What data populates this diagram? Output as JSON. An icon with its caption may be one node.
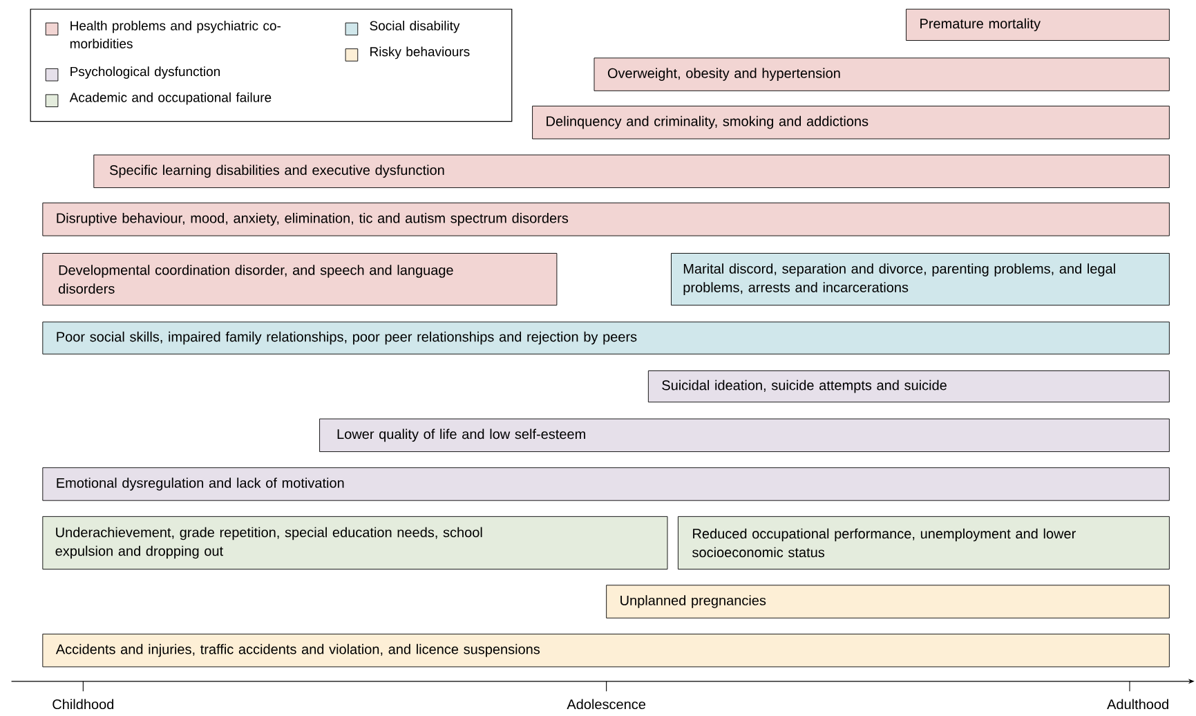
{
  "diagram": {
    "nodes": [
      {
        "text": [
          "Premature mortality"
        ]
      },
      {
        "text": [
          "Overweight, obesity and hypertension"
        ]
      },
      {
        "text": [
          "Delinquency and criminality, smoking and addictions"
        ]
      },
      {
        "text": [
          "Specific learning disabilities and executive dysfunction"
        ]
      },
      {
        "text": [
          "Disruptive behaviour, mood, anxiety, elimination, tic and autism spectrum disorders"
        ]
      },
      {
        "text": [
          "Developmental coordination disorder, and speech and language disorders"
        ]
      },
      {
        "text": [
          "Marital discord, separation and divorce, parenting problems, and legal problems, arrests and incarcerations"
        ]
      },
      {
        "text": [
          "Poor social skills, impaired family relationships, poor peer relationships and rejection by peers"
        ]
      },
      {
        "text": [
          "Suicidal ideation, suicide attempts and suicide"
        ]
      },
      {
        "text": [
          "Lower quality of life and low self-esteem"
        ]
      },
      {
        "text": [
          "Emotional dysregulation and lack of motivation"
        ]
      },
      {
        "text": [
          "Underachievement, grade repetition, special education needs, school expulsion and dropping out"
        ]
      },
      {
        "text": [
          "Reduced occupational performance, unemployment and lower socioeconomic status"
        ]
      },
      {
        "text": [
          "Unplanned pregnancies"
        ]
      },
      {
        "text": [
          "Accidents and injuries, traffic accidents and violation, and licence suspensions"
        ]
      }
    ],
    "labels": [
      "Childhood",
      "Adolescence",
      "Adulthood"
    ],
    "legend": [
      {
        "text": "Health problems and psychiatric co-morbidities",
        "color": "#f2d5d3"
      },
      {
        "text": "Psychological dysfunction",
        "color": "#e6e0ea"
      },
      {
        "text": "Academic and occupational failure",
        "color": "#e4ecdd"
      },
      {
        "text": "Social disability",
        "color": "#d0e7eb"
      },
      {
        "text": "Risky behaviours",
        "color": "#fdefd6"
      }
    ]
  }
}
